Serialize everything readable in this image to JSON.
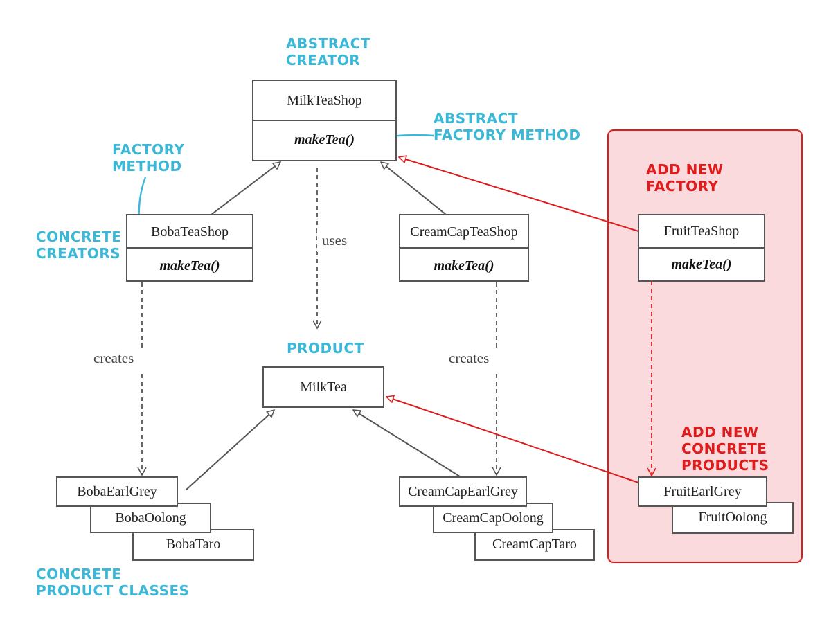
{
  "notes": {
    "abstract_creator": [
      "ABSTRACT",
      "CREATOR"
    ],
    "abstract_factory_method": [
      "ABSTRACT",
      "FACTORY METHOD"
    ],
    "factory_method": [
      "FACTORY",
      "METHOD"
    ],
    "concrete_creators": [
      "CONCRETE",
      "CREATORS"
    ],
    "product": "PRODUCT",
    "concrete_product_classes": [
      "CONCRETE",
      "PRODUCT CLASSES"
    ],
    "add_new_factory": [
      "ADD NEW",
      "FACTORY"
    ],
    "add_new_concrete_products": [
      "ADD NEW",
      "CONCRETE",
      "PRODUCTS"
    ]
  },
  "creators": {
    "abstract": {
      "name": "MilkTeaShop",
      "method": "makeTea()"
    },
    "boba": {
      "name": "BobaTeaShop",
      "method": "makeTea()"
    },
    "creamcap": {
      "name": "CreamCapTeaShop",
      "method": "makeTea()"
    },
    "fruit": {
      "name": "FruitTeaShop",
      "method": "makeTea()"
    }
  },
  "product": {
    "name": "MilkTea"
  },
  "edge_labels": {
    "uses": "uses",
    "creates_left": "creates",
    "creates_right": "creates"
  },
  "products": {
    "boba": [
      "BobaEarlGrey",
      "BobaOolong",
      "BobaTaro"
    ],
    "creamcap": [
      "CreamCapEarlGrey",
      "CreamCapOolong",
      "CreamCapTaro"
    ],
    "fruit": [
      "FruitEarlGrey",
      "FruitOolong"
    ]
  },
  "colors": {
    "note_blue": "#3bb8d8",
    "note_red": "#e01b1b",
    "highlight_fill": "#fadadd",
    "line_gray": "#555555"
  }
}
